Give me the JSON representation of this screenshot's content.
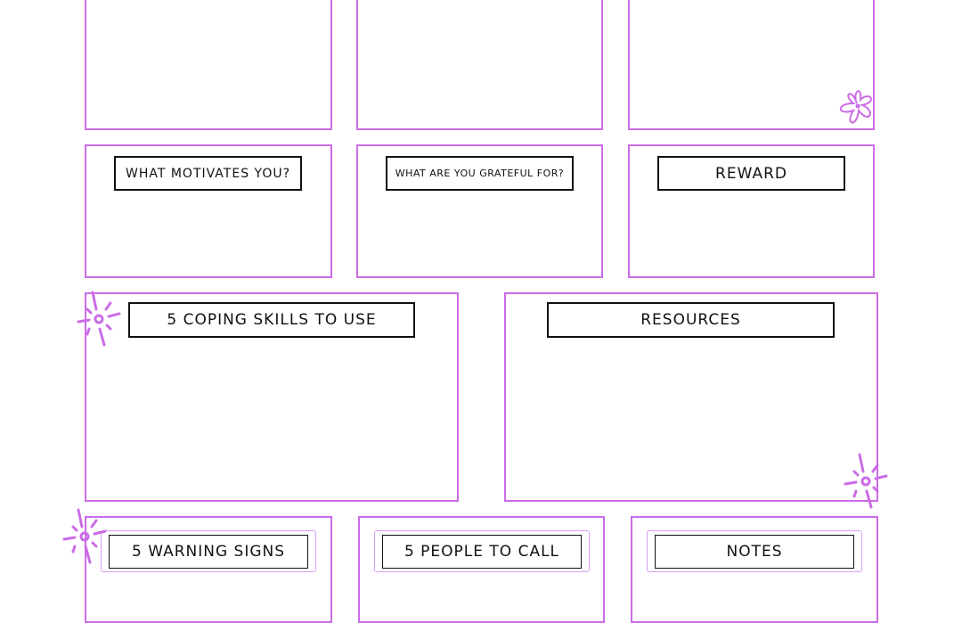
{
  "accent_color": "#cb6ce6",
  "labels": {
    "motivates": "WHAT MOTIVATES YOU?",
    "grateful": "WHAT ARE YOU GRATEFUL FOR?",
    "reward": "REWARD",
    "coping": "5 COPING SKILLS TO USE",
    "resources": "RESOURCES",
    "warning": "5 WARNING SIGNS",
    "people": "5 PEOPLE TO CALL",
    "notes": "NOTES"
  }
}
